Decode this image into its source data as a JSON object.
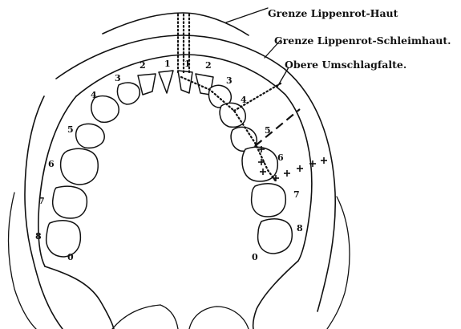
{
  "labels": {
    "border_vermilion_skin": "Grenze Lippenrot-Haut",
    "border_vermilion_mucosa": "Grenze Lippenrot-Schleimhaut.",
    "upper_fold": "Obere Umschlagfalte."
  },
  "tooth_numbers": {
    "left": [
      "1",
      "2",
      "3",
      "4",
      "5",
      "6",
      "7",
      "8"
    ],
    "right": [
      "1",
      "2",
      "3",
      "4",
      "5",
      "6",
      "7",
      "8"
    ],
    "left_marker": "0",
    "right_marker": "0"
  }
}
